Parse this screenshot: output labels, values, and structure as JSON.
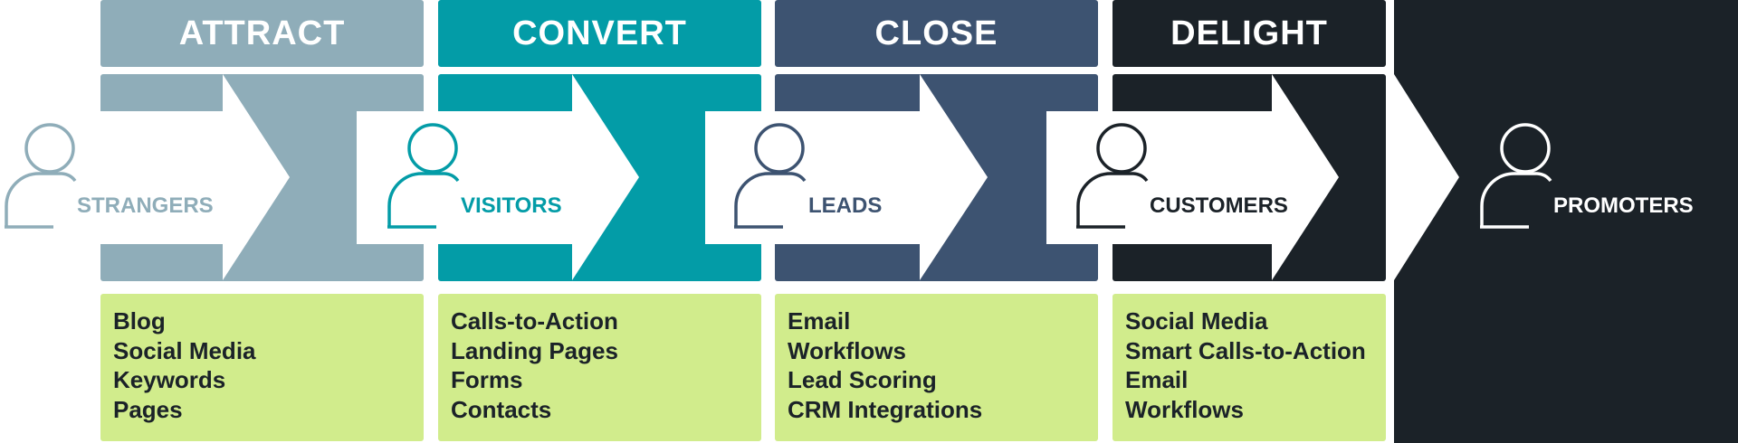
{
  "colors": {
    "attract": "#8fadb9",
    "convert": "#039ca7",
    "close": "#3d5371",
    "delight": "#1b2228",
    "promoters": "#1b2228",
    "list_bg": "#d1ec8c",
    "list_text": "#1b2228"
  },
  "stages": [
    {
      "title": "ATTRACT",
      "items": [
        "Blog",
        "Social Media",
        "Keywords",
        "Pages"
      ]
    },
    {
      "title": "CONVERT",
      "items": [
        "Calls-to-Action",
        "Landing Pages",
        "Forms",
        "Contacts"
      ]
    },
    {
      "title": "CLOSE",
      "items": [
        "Email",
        "Workflows",
        "Lead Scoring",
        "CRM Integrations"
      ]
    },
    {
      "title": "DELIGHT",
      "items": [
        "Social Media",
        "Smart Calls-to-Action",
        "Email",
        "Workflows"
      ]
    }
  ],
  "personas": [
    {
      "label": "STRANGERS",
      "icon": "person-icon"
    },
    {
      "label": "VISITORS",
      "icon": "person-icon"
    },
    {
      "label": "LEADS",
      "icon": "person-icon"
    },
    {
      "label": "CUSTOMERS",
      "icon": "person-icon"
    },
    {
      "label": "PROMOTERS",
      "icon": "person-icon"
    }
  ]
}
